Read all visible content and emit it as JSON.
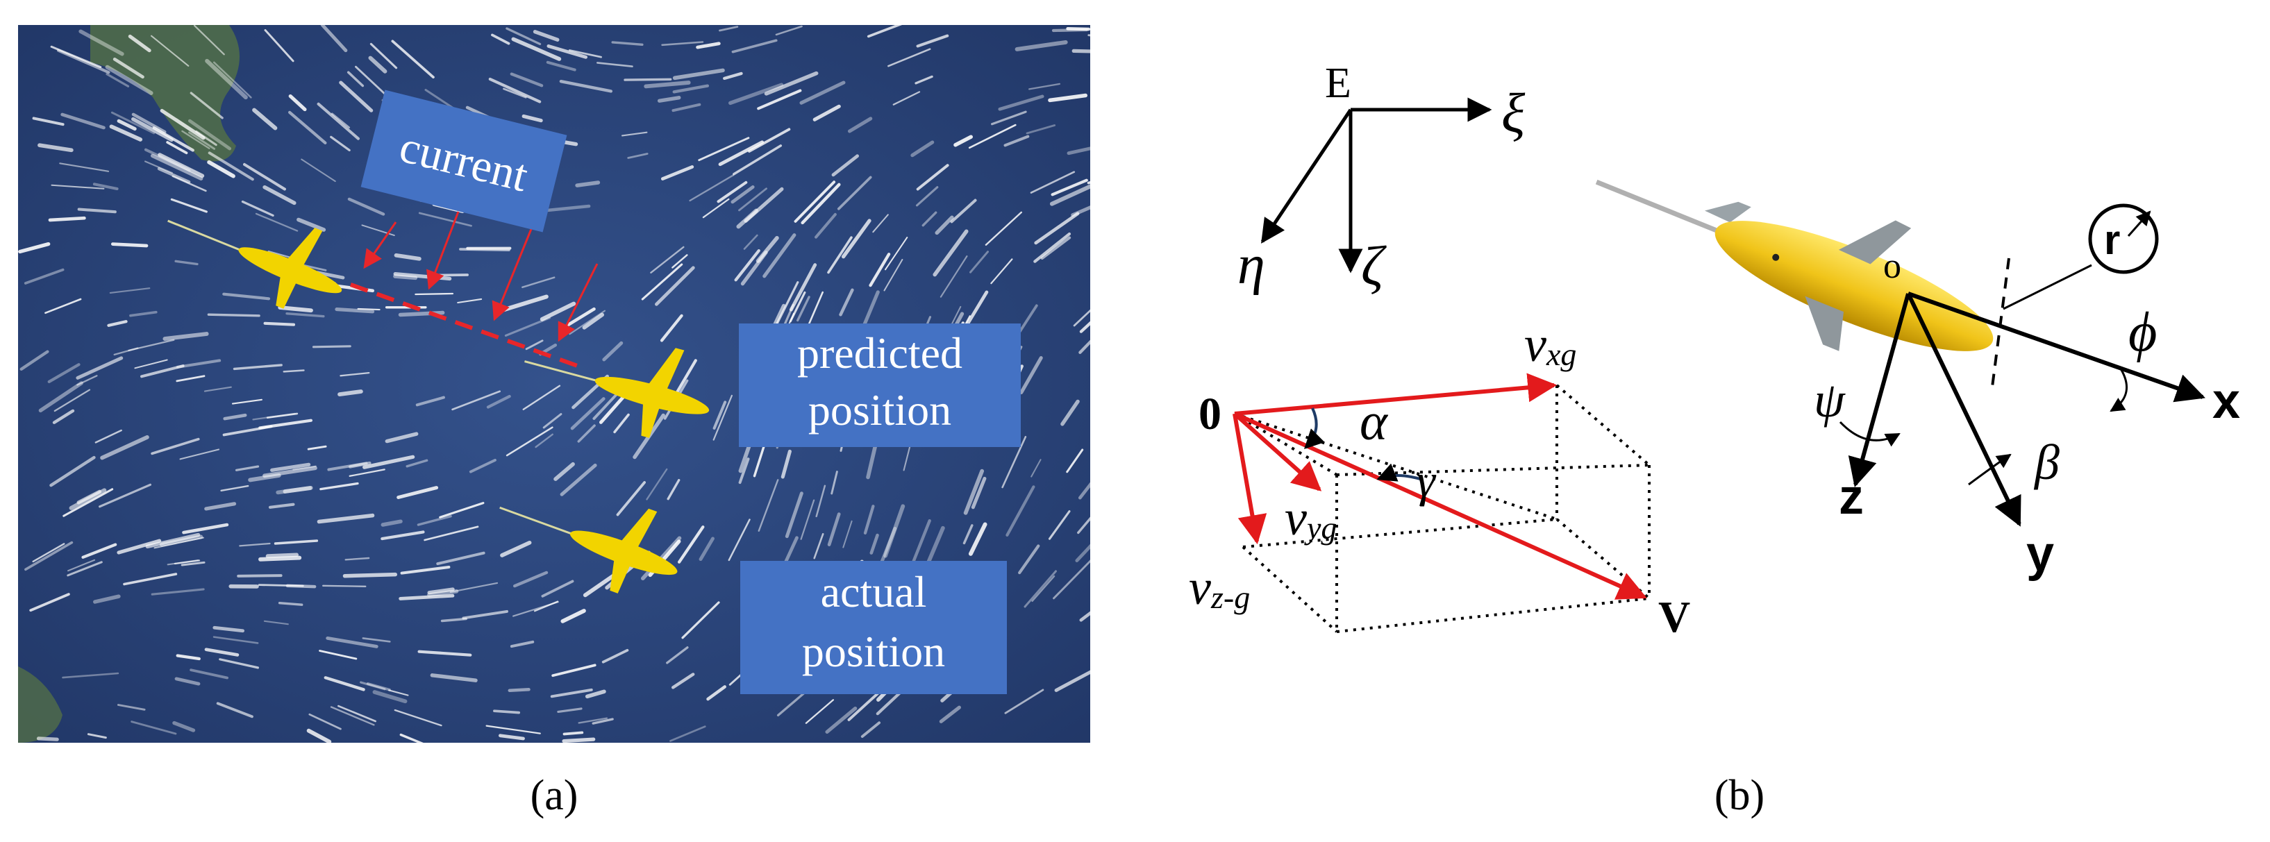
{
  "panel_a": {
    "caption": "(a)",
    "labels": {
      "current": "current",
      "predicted_line1": "predicted",
      "predicted_line2": "position",
      "actual_line1": "actual",
      "actual_line2": "position"
    },
    "colors": {
      "ocean": "#2c4578",
      "label_box": "#4472c4",
      "label_text": "#ffffff",
      "current_arrow": "#e8262a",
      "glider_body": "#f2d400",
      "streak": "#ffffff"
    }
  },
  "panel_b": {
    "caption": "(b)",
    "earth_frame": {
      "origin": "E",
      "xi": "ξ",
      "eta": "η",
      "zeta": "ζ"
    },
    "velocity_box": {
      "origin": "0",
      "vxg": "v",
      "vxg_sub": "xg",
      "vyg": "v",
      "vyg_sub": "yg",
      "vzg": "v",
      "vzg_sub": "z-g",
      "v": "V",
      "alpha": "α",
      "gamma": "γ"
    },
    "body_frame": {
      "origin": "o",
      "x": "x",
      "y": "y",
      "z": "z",
      "phi": "ϕ",
      "psi": "ψ",
      "beta": "β",
      "r": "r"
    },
    "colors": {
      "velocity_arrow": "#e31a1c",
      "axis": "#000000",
      "glider_body": "#f0c419",
      "glider_shadow": "#c99a00"
    }
  }
}
